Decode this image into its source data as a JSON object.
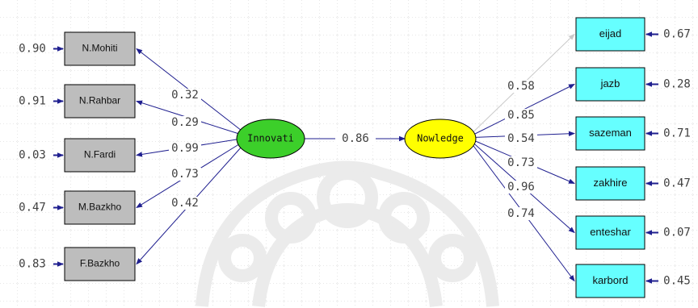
{
  "colors": {
    "grid": "#c8c8c8",
    "arrow": "#1f1f8f",
    "faint_arrow": "#c9c9c9",
    "text": "#404040",
    "left_box_fill": "#bdbdbd",
    "right_box_fill": "#66ffff",
    "exogenous_fill": "#3ccf2a",
    "endogenous_fill": "#ffff00",
    "watermark": "#e8e8e8"
  },
  "latent": {
    "exogenous": {
      "label": "Innovati"
    },
    "endogenous": {
      "label": "Nowledge"
    },
    "path_coefficient": "0.86"
  },
  "left_indicators": [
    {
      "label": "N.Mohiti",
      "error": "0.90",
      "loading": "0.32"
    },
    {
      "label": "N.Rahbar",
      "error": "0.91",
      "loading": "0.29"
    },
    {
      "label": "N.Fardi",
      "error": "0.03",
      "loading": "0.99"
    },
    {
      "label": "M.Bazkho",
      "error": "0.47",
      "loading": "0.73"
    },
    {
      "label": "F.Bazkho",
      "error": "0.83",
      "loading": "0.42"
    }
  ],
  "right_indicators": [
    {
      "label": "eijad",
      "error": "0.67",
      "loading": "0.58"
    },
    {
      "label": "jazb",
      "error": "0.28",
      "loading": "0.85"
    },
    {
      "label": "sazeman",
      "error": "0.71",
      "loading": "0.54"
    },
    {
      "label": "zakhire",
      "error": "0.47",
      "loading": "0.73"
    },
    {
      "label": "enteshar",
      "error": "0.07",
      "loading": "0.96"
    },
    {
      "label": "karbord",
      "error": "0.45",
      "loading": "0.74"
    }
  ]
}
